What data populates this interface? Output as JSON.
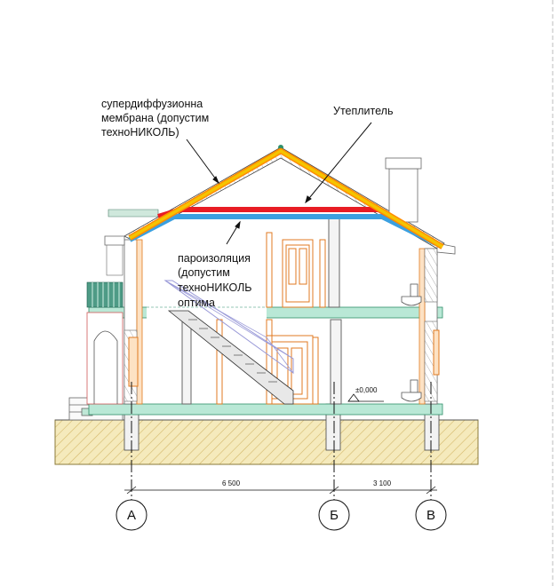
{
  "labels": {
    "membrane": [
      "супердиффузионна",
      "мембрана (допустим",
      "техноНИКОЛЬ)"
    ],
    "insulation": "Утеплитель",
    "vapor": [
      "пароизоляция",
      "(допустим",
      "техноНИКОЛЬ",
      "оптима"
    ]
  },
  "level_mark": "±0,000",
  "dimensions": {
    "ab": "6 500",
    "bv": "3 100"
  },
  "axes": [
    "А",
    "Б",
    "В"
  ],
  "colors": {
    "membrane": "#f5c400",
    "membrane_edge": "#ff8c00",
    "insulation": "#e81c24",
    "vapor": "#3ba0e0",
    "slab": "#b9e8d6",
    "wall": "#e07a20",
    "ground": "#f5eabc",
    "ground_hatch": "#d4b86a"
  }
}
